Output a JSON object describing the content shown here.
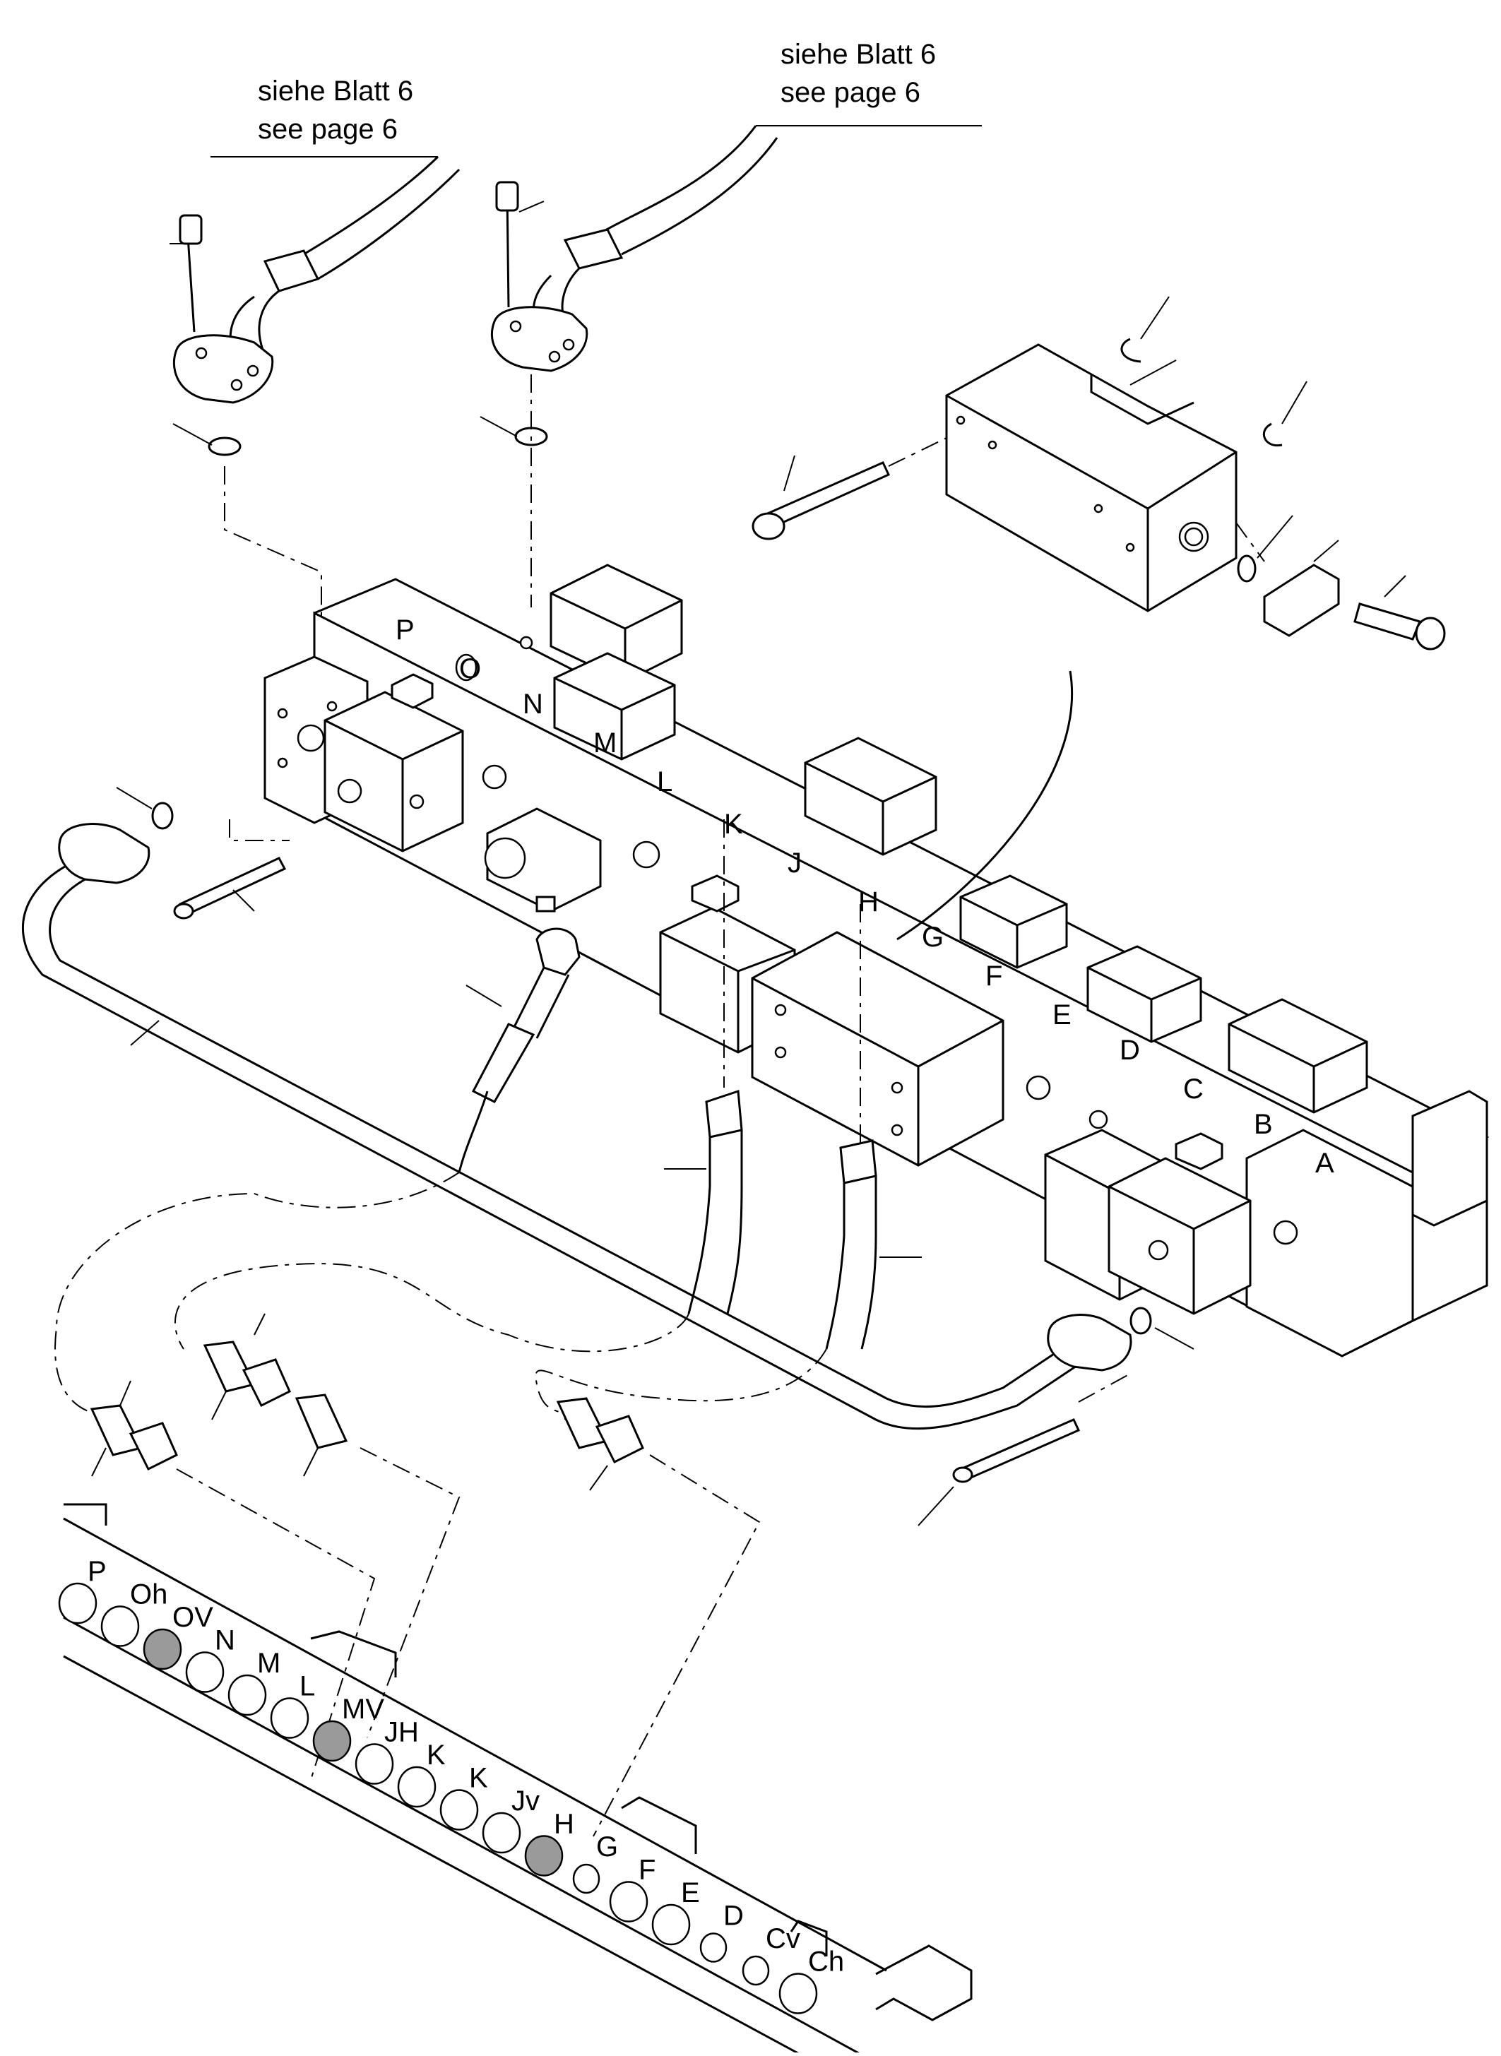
{
  "references": {
    "left": {
      "line1": "siehe Blatt 6",
      "line2": "see page 6"
    },
    "right": {
      "line1": "siehe Blatt 6",
      "line2": "see page 6"
    }
  },
  "valve_block_labels": [
    "P",
    "O",
    "N",
    "M",
    "L",
    "K",
    "J",
    "H",
    "G",
    "F",
    "E",
    "D",
    "C",
    "B",
    "A"
  ],
  "panel_ports": [
    {
      "label": "P",
      "filled": false
    },
    {
      "label": "Oh",
      "filled": false
    },
    {
      "label": "OV",
      "filled": true
    },
    {
      "label": "N",
      "filled": false
    },
    {
      "label": "M",
      "filled": false
    },
    {
      "label": "L",
      "filled": false
    },
    {
      "label": "MV",
      "filled": true
    },
    {
      "label": "JH",
      "filled": false
    },
    {
      "label": "K",
      "filled": false
    },
    {
      "label": "K",
      "filled": false
    },
    {
      "label": "Jv",
      "filled": false
    },
    {
      "label": "H",
      "filled": true
    },
    {
      "label": "G",
      "filled": false
    },
    {
      "label": "F",
      "filled": false
    },
    {
      "label": "E",
      "filled": false
    },
    {
      "label": "D",
      "filled": false
    },
    {
      "label": "Cv",
      "filled": false
    },
    {
      "label": "Ch",
      "filled": false
    }
  ],
  "colors": {
    "line": "#000000",
    "background": "#ffffff",
    "port_filled": "#9a9a9a"
  }
}
